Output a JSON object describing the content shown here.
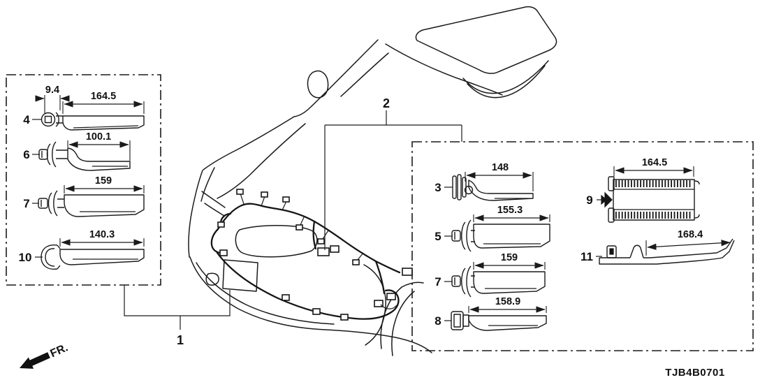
{
  "diagram": {
    "code": "TJB4B0701",
    "fr_label": "FR.",
    "callouts": [
      {
        "num": "1"
      },
      {
        "num": "2"
      }
    ],
    "left_box": {
      "parts": [
        {
          "num": "4",
          "dims": {
            "width": "9.4",
            "length": "164.5"
          }
        },
        {
          "num": "6",
          "dims": {
            "length": "100.1"
          }
        },
        {
          "num": "7",
          "dims": {
            "length": "159"
          }
        },
        {
          "num": "10",
          "dims": {
            "length": "140.3"
          }
        }
      ]
    },
    "right_box": {
      "parts": [
        {
          "num": "3",
          "dims": {
            "length": "148"
          }
        },
        {
          "num": "5",
          "dims": {
            "length": "155.3"
          }
        },
        {
          "num": "7",
          "dims": {
            "length": "159"
          }
        },
        {
          "num": "8",
          "dims": {
            "length": "158.9"
          }
        },
        {
          "num": "9",
          "dims": {
            "length": "164.5"
          }
        },
        {
          "num": "11",
          "dims": {
            "length": "168.4"
          }
        }
      ]
    },
    "colors": {
      "line": "#1a1a1a",
      "background": "#ffffff"
    }
  }
}
